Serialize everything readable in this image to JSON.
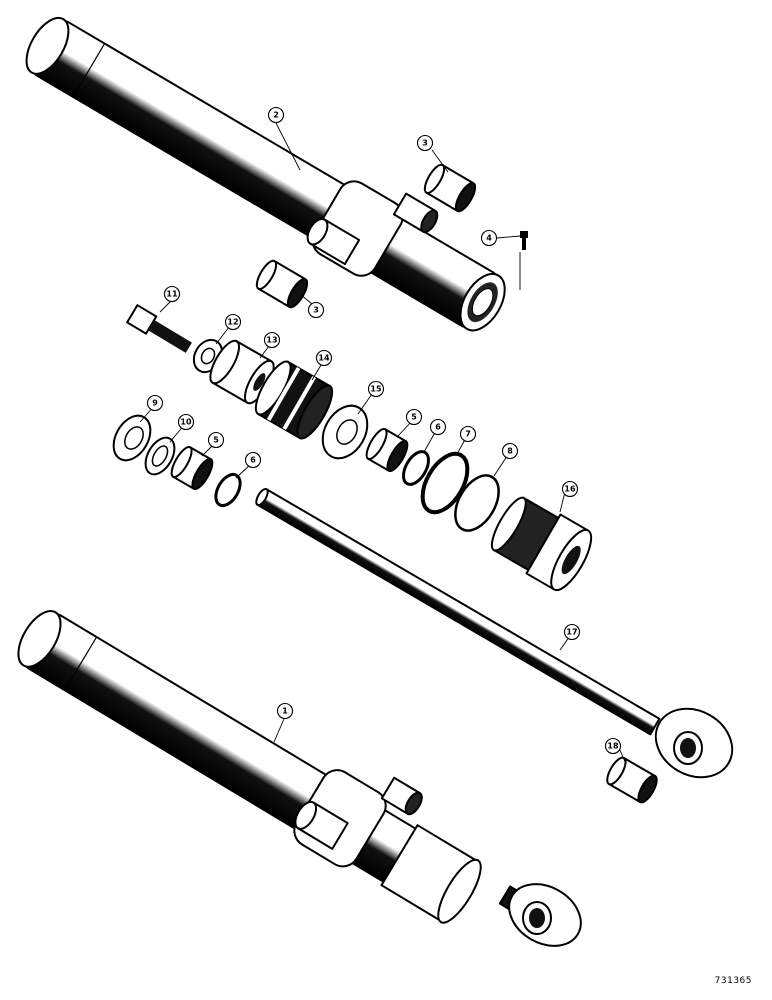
{
  "figure_number": "731365",
  "callouts": [
    {
      "id": "c2a",
      "label": "2"
    },
    {
      "id": "c3a",
      "label": "3"
    },
    {
      "id": "c3b",
      "label": "3"
    },
    {
      "id": "c4",
      "label": "4"
    },
    {
      "id": "c11",
      "label": "11"
    },
    {
      "id": "c12",
      "label": "12"
    },
    {
      "id": "c13",
      "label": "13"
    },
    {
      "id": "c14",
      "label": "14"
    },
    {
      "id": "c15",
      "label": "15"
    },
    {
      "id": "c9",
      "label": "9"
    },
    {
      "id": "c10",
      "label": "10"
    },
    {
      "id": "c5a",
      "label": "5"
    },
    {
      "id": "c6a",
      "label": "6"
    },
    {
      "id": "c5b",
      "label": "5"
    },
    {
      "id": "c6b",
      "label": "6"
    },
    {
      "id": "c7",
      "label": "7"
    },
    {
      "id": "c8",
      "label": "8"
    },
    {
      "id": "c16",
      "label": "16"
    },
    {
      "id": "c17",
      "label": "17"
    },
    {
      "id": "c1",
      "label": "1"
    },
    {
      "id": "c18",
      "label": "18"
    }
  ]
}
